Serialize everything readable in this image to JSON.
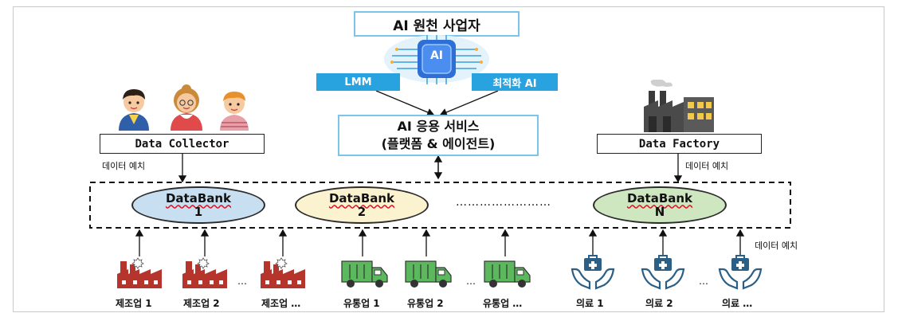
{
  "top": {
    "title": "AI 원천 사업자",
    "ai_badge": "AI",
    "left_tag": "LMM",
    "right_tag": "최적화 AI"
  },
  "service": {
    "line1": "AI 응용 서비스",
    "line2": "(플랫폼 & 에이전트)"
  },
  "collector": {
    "label": "Data Collector",
    "deposit": "데이터 예치"
  },
  "factory": {
    "label": "Data Factory",
    "deposit": "데이터 예치"
  },
  "databanks": [
    {
      "name": "DataBank",
      "num": "1",
      "color": "#c8dff2"
    },
    {
      "name": "DataBank",
      "num": "2",
      "color": "#fbf2cf"
    },
    {
      "name": "DataBank",
      "num": "N",
      "color": "#cfe7c0"
    }
  ],
  "databank_ellipsis": "……………………",
  "bottom_deposit": "데이터 예치",
  "sources": {
    "manufacturing": [
      "제조업 1",
      "제조업 2",
      "제조업 …"
    ],
    "distribution": [
      "유통업 1",
      "유통업 2",
      "유통업  …"
    ],
    "medical": [
      "의료  1",
      "의료  2",
      "의료  …"
    ],
    "dots": "…"
  },
  "colors": {
    "factory_red": "#b5352d",
    "truck_green": "#5cb85c",
    "medical_blue": "#2c5f85",
    "bar_blue": "#29a3e0"
  }
}
